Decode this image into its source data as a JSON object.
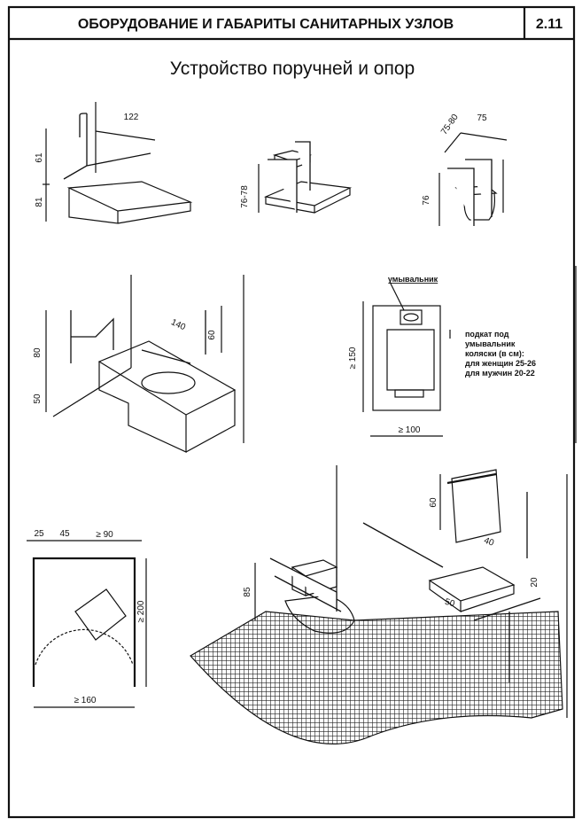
{
  "header": {
    "title": "ОБОРУДОВАНИЕ И ГАБАРИТЫ САНИТАРНЫХ УЗЛОВ",
    "section_number": "2.11"
  },
  "page_title": "Устройство поручней и опор",
  "figures": {
    "bathtub": {
      "width": "122",
      "rail_height": "61",
      "tub_height": "81"
    },
    "shower": {
      "height": "76-78"
    },
    "toilet_corner": {
      "depth": "75-80",
      "width": "75",
      "height": "76"
    },
    "bath_seat": {
      "rail_height": "80",
      "seat_height": "50",
      "rail_length": "140",
      "rail_vertical": "60"
    },
    "washbasin_plan": {
      "label": "умывальник",
      "length": "≥ 150",
      "width": "≥ 100",
      "note": [
        "подкат под",
        "умывальник",
        "коляски (в см):",
        "для женщин 25-26",
        "для мужчин 20-22"
      ]
    },
    "turning_plan": {
      "d1": "25",
      "d2": "45",
      "d3": "≥ 90",
      "length": "≥ 200",
      "width": "≥ 160"
    },
    "bathroom_iso": {
      "mirror_height": "60",
      "basin_gap": "40",
      "toilet_rail_height": "85",
      "rail_offset": "20",
      "basin_width": "50"
    }
  }
}
